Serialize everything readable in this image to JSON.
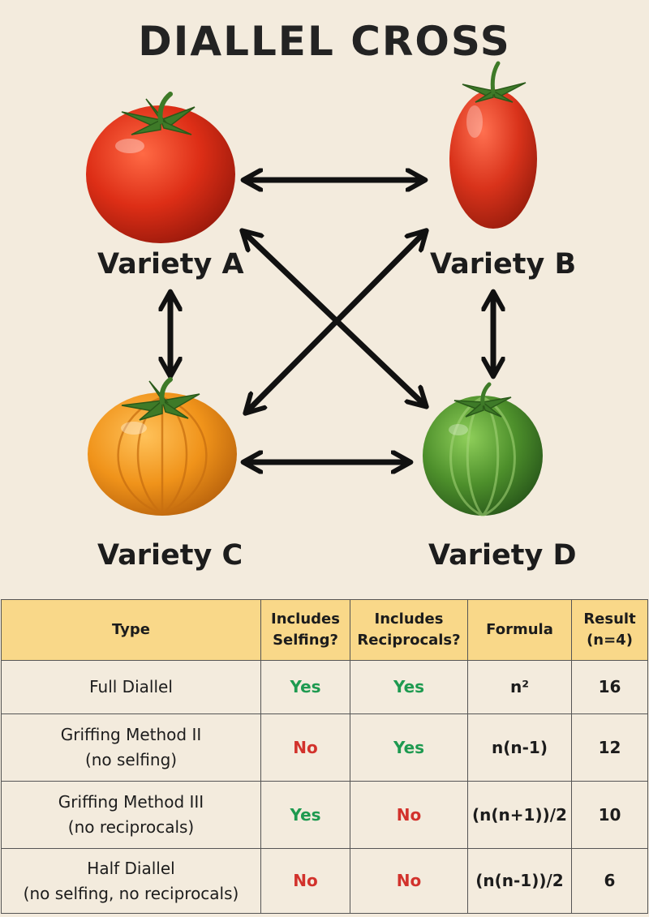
{
  "title": "DIALLEL CROSS",
  "varieties": [
    {
      "id": "A",
      "label": "Variety A",
      "color": "#d92d1a"
    },
    {
      "id": "B",
      "label": "Variety B",
      "color": "#d8321c"
    },
    {
      "id": "C",
      "label": "Variety C",
      "color": "#f39a1c"
    },
    {
      "id": "D",
      "label": "Variety D",
      "color": "#4c8f2c"
    }
  ],
  "crosses": [
    [
      "A",
      "B"
    ],
    [
      "A",
      "C"
    ],
    [
      "B",
      "D"
    ],
    [
      "C",
      "D"
    ],
    [
      "A",
      "D"
    ],
    [
      "B",
      "C"
    ]
  ],
  "table": {
    "headers": {
      "type": "Type",
      "selfing": [
        "Includes",
        "Selfing?"
      ],
      "reciprocals": [
        "Includes",
        "Reciprocals?"
      ],
      "formula": "Formula",
      "result": [
        "Result",
        "(n=4)"
      ]
    },
    "rows": [
      {
        "type": [
          "Full Diallel"
        ],
        "selfing": "Yes",
        "reciprocals": "Yes",
        "formula": "n²",
        "result": "16"
      },
      {
        "type": [
          "Griffing Method II",
          "(no selfing)"
        ],
        "selfing": "No",
        "reciprocals": "Yes",
        "formula": "n(n-1)",
        "result": "12"
      },
      {
        "type": [
          "Griffing Method III",
          "(no reciprocals)"
        ],
        "selfing": "Yes",
        "reciprocals": "No",
        "formula": "(n(n+1))/2",
        "result": "10"
      },
      {
        "type": [
          "Half Diallel",
          "(no selfing, no reciprocals)"
        ],
        "selfing": "No",
        "reciprocals": "No",
        "formula": "(n(n-1))/2",
        "result": "6"
      }
    ]
  }
}
